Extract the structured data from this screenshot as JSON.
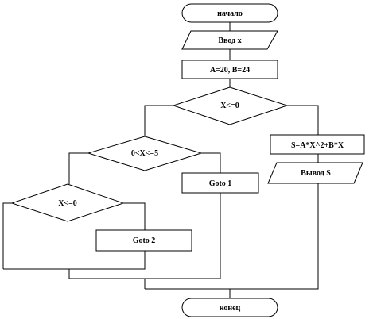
{
  "flowchart": {
    "start": "начало",
    "input_x": "Ввод x",
    "assign": "A=20, B=24",
    "cond1": "X<=0",
    "compute": "S=A*X^2+B*X",
    "output_s": "Вывод S",
    "cond2": "0<X<=5",
    "goto1": "Goto 1",
    "cond3": "X<=0",
    "goto2": "Goto 2",
    "end": "конец"
  }
}
